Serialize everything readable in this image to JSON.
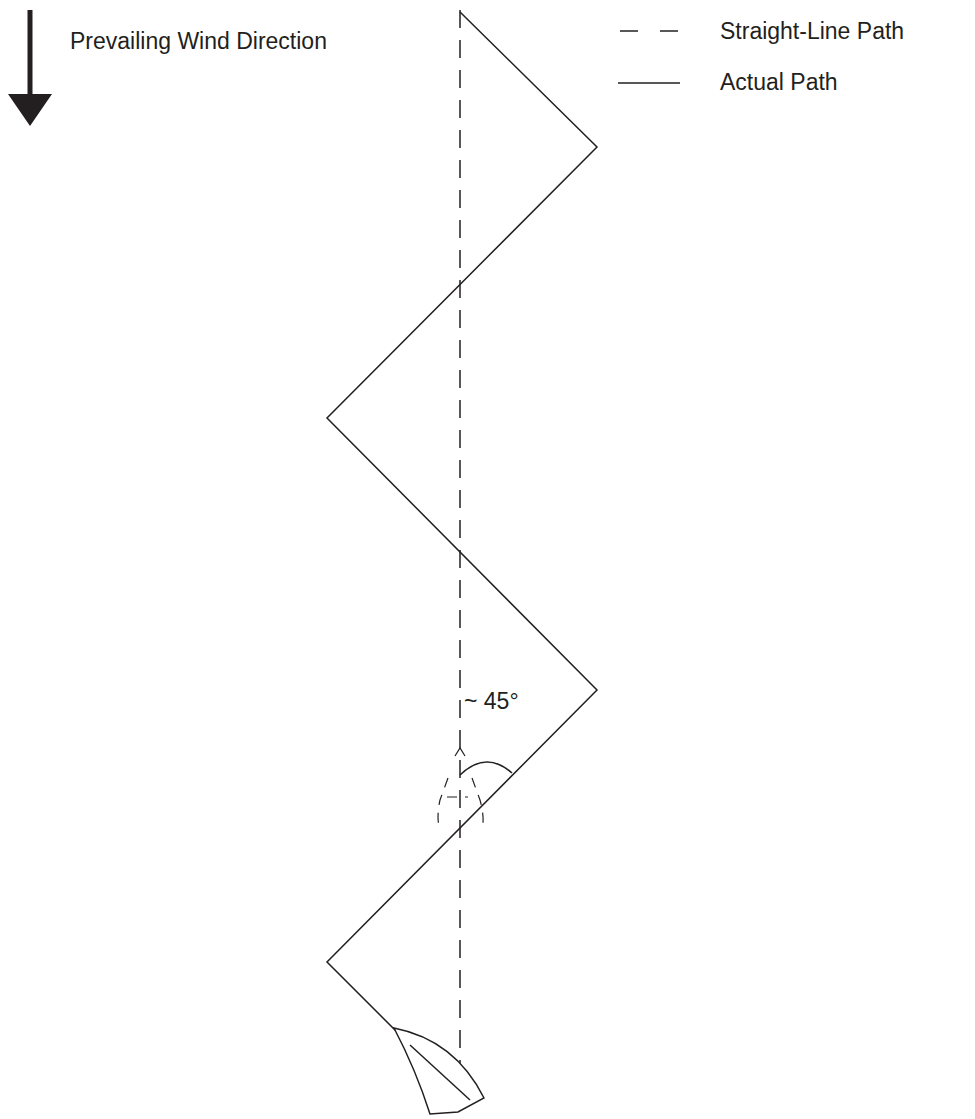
{
  "diagram": {
    "labels": [
      "Prevailing Wind Direction",
      "~ 45°"
    ],
    "legend": [
      {
        "text": "Straight-Line Path"
      },
      {
        "text": "Actual Path"
      }
    ]
  }
}
